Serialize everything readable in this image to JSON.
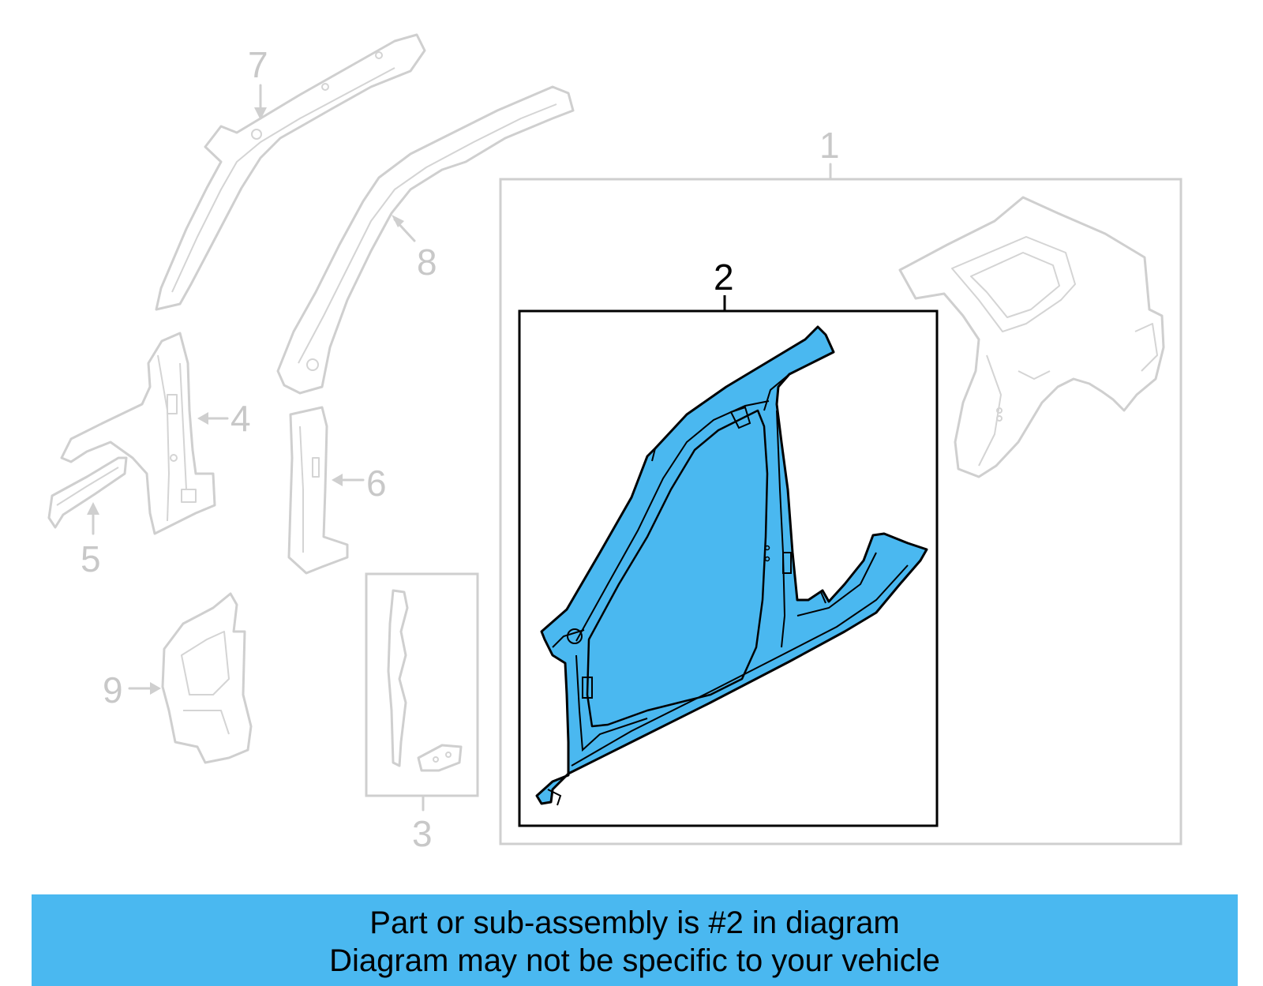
{
  "diagram": {
    "callouts": {
      "c1": "1",
      "c2": "2",
      "c3": "3",
      "c4": "4",
      "c5": "5",
      "c6": "6",
      "c7": "7",
      "c8": "8",
      "c9": "9"
    },
    "highlight_color": "#4ab8f0",
    "highlighted_part": "2"
  },
  "banner": {
    "line1": "Part or sub-assembly is #2 in diagram",
    "line2": "Diagram may not be specific to your vehicle",
    "background": "#4ab8f0"
  }
}
